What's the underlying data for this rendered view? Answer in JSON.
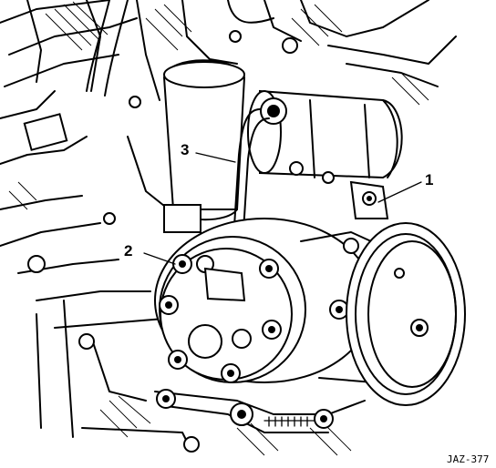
{
  "callouts": [
    {
      "id": "1",
      "label": "1"
    },
    {
      "id": "2",
      "label": "2"
    },
    {
      "id": "3",
      "label": "3"
    }
  ],
  "figure_reference": "JAZ-377"
}
